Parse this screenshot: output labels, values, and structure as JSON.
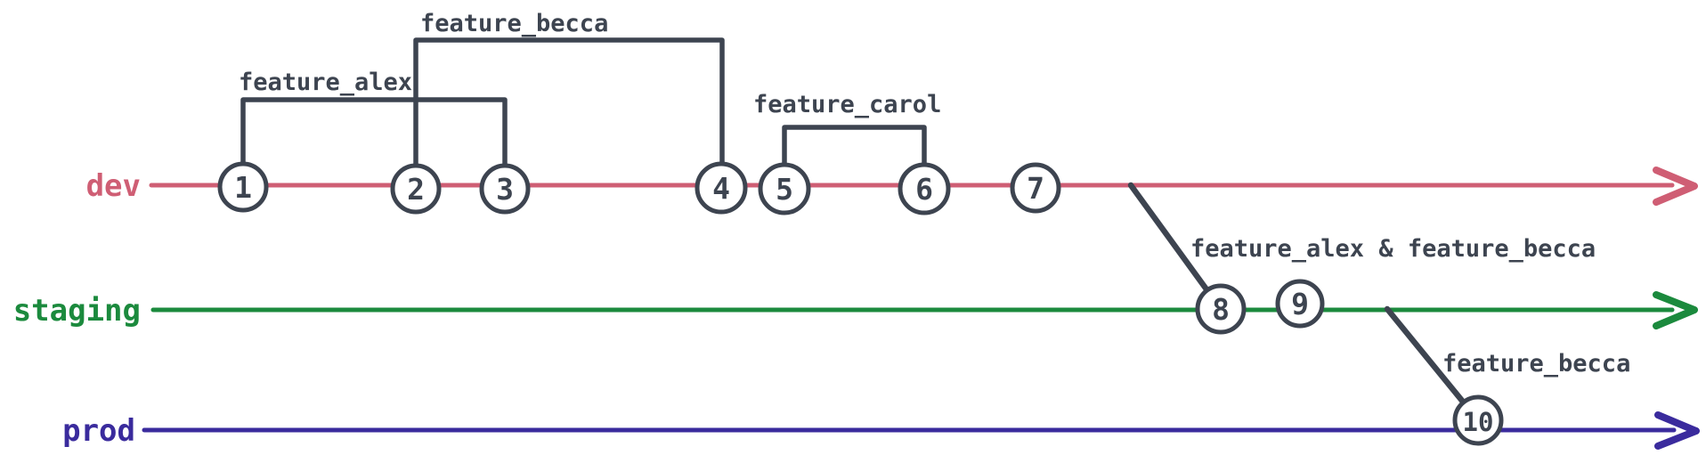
{
  "diagram": {
    "type": "git-branch-flow",
    "background": "#ffffff",
    "ink_color": "#3d4450"
  },
  "branches": [
    {
      "label": "dev",
      "color": "#cf5e74"
    },
    {
      "label": "staging",
      "color": "#1b8a3d"
    },
    {
      "label": "prod",
      "color": "#3a2b9d"
    }
  ],
  "commits": [
    {
      "label": "1",
      "branch": "dev"
    },
    {
      "label": "2",
      "branch": "dev"
    },
    {
      "label": "3",
      "branch": "dev"
    },
    {
      "label": "4",
      "branch": "dev"
    },
    {
      "label": "5",
      "branch": "dev"
    },
    {
      "label": "6",
      "branch": "dev"
    },
    {
      "label": "7",
      "branch": "dev"
    },
    {
      "label": "8",
      "branch": "staging"
    },
    {
      "label": "9",
      "branch": "staging"
    },
    {
      "label": "10",
      "branch": "prod"
    }
  ],
  "feature_labels": [
    {
      "text": "feature_becca",
      "placement": "bracket over dev commits 2-4"
    },
    {
      "text": "feature_alex",
      "placement": "bracket over dev commits 1-3"
    },
    {
      "text": "feature_carol",
      "placement": "bracket over dev commits 5-6"
    },
    {
      "text": "feature_alex & feature_becca",
      "placement": "merge from dev into staging at commit 8"
    },
    {
      "text": "feature_becca",
      "placement": "merge from staging into prod at commit 10"
    }
  ],
  "feature_branches": [
    {
      "name": "feature_alex",
      "from_commit": "1",
      "to_commit": "3"
    },
    {
      "name": "feature_becca",
      "from_commit": "2",
      "to_commit": "4"
    },
    {
      "name": "feature_carol",
      "from_commit": "5",
      "to_commit": "6"
    }
  ],
  "merges": [
    {
      "from_branch": "dev",
      "to_branch": "staging",
      "at_commit": "8",
      "label": "feature_alex & feature_becca"
    },
    {
      "from_branch": "staging",
      "to_branch": "prod",
      "at_commit": "10",
      "label": "feature_becca"
    }
  ]
}
